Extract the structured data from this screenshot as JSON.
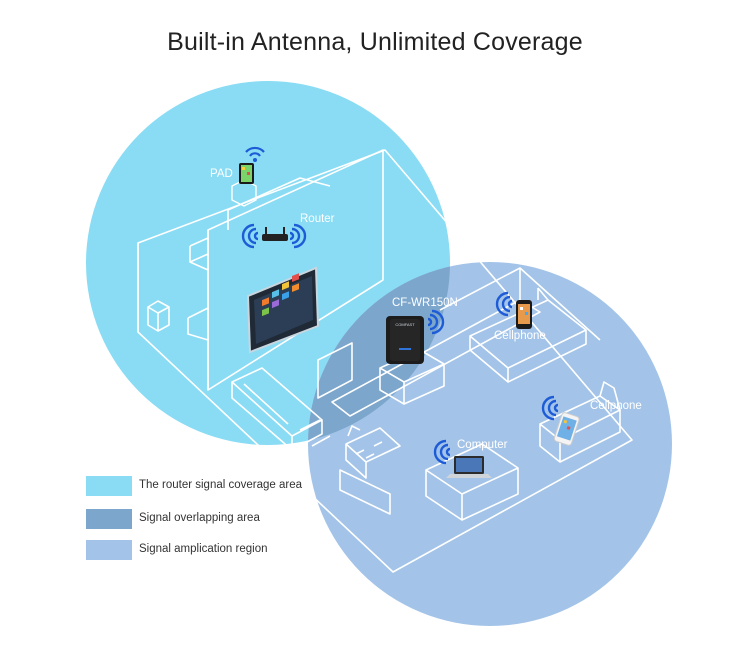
{
  "title": "Built-in Antenna, Unlimited Coverage",
  "labels": {
    "pad": "PAD",
    "router": "Router",
    "repeater": "CF-WR150N",
    "cellphone_top": "Cellphone",
    "cellphone_right": "Cellphone",
    "computer": "Computer"
  },
  "colors": {
    "router_coverage": "#89dcf4",
    "overlap": "#7ca6cc",
    "amplification": "#a3c4e8",
    "wifi": "#1e5bd6",
    "outline": "#ffffff"
  },
  "legend": [
    {
      "label": "The router signal coverage area",
      "color": "#89dcf4"
    },
    {
      "label": "Signal overlapping area",
      "color": "#7ca6cc"
    },
    {
      "label": "Signal amplication region",
      "color": "#a3c4e8"
    }
  ]
}
